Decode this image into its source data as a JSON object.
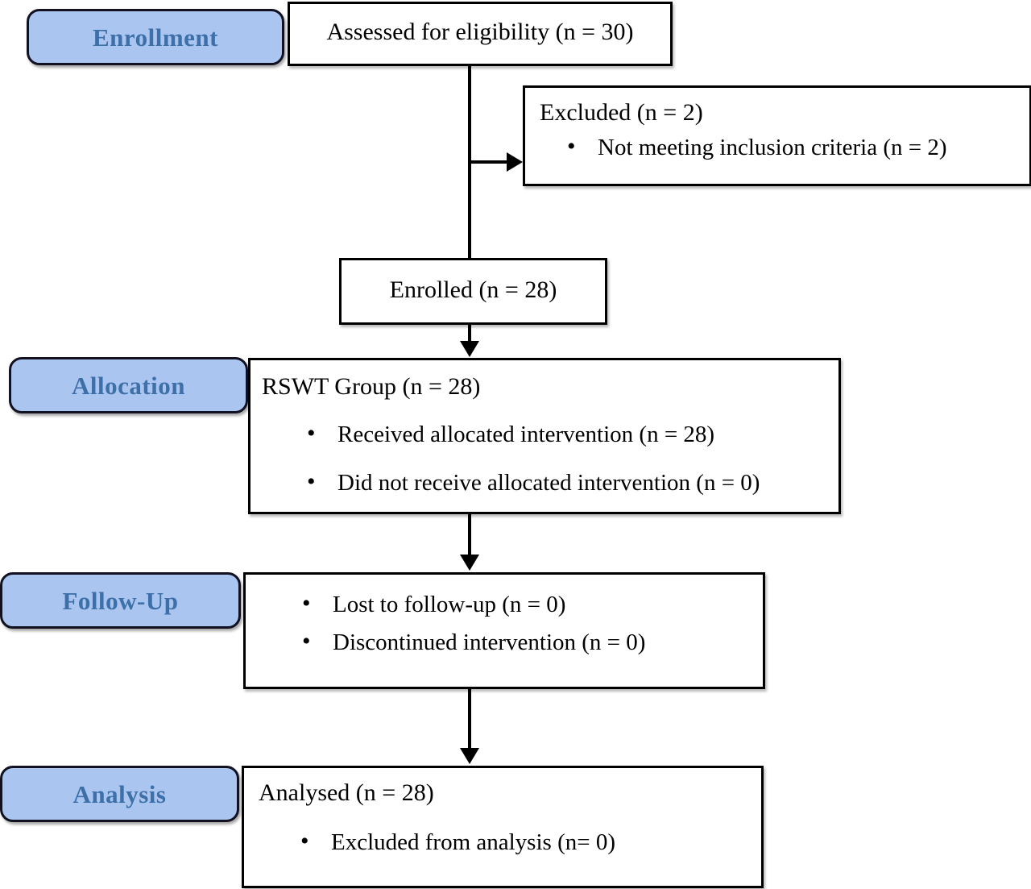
{
  "diagram": {
    "type": "consort-flow-diagram",
    "title": "CONSORT participant flow",
    "colors": {
      "stage_fill": "#aac5ef",
      "stage_border": "#111122",
      "stage_text": "#3d6fa8",
      "box_border": "#000000",
      "box_fill": "#ffffff",
      "connector": "#000000"
    }
  },
  "stages": {
    "enrollment": {
      "label": "Enrollment"
    },
    "allocation": {
      "label": "Allocation"
    },
    "followup": {
      "label": "Follow-Up"
    },
    "analysis": {
      "label": "Analysis"
    }
  },
  "nodes": {
    "assessed": {
      "title": "Assessed for eligibility (n = 30)"
    },
    "excluded": {
      "title": "Excluded  (n = 2)",
      "bullets": [
        "Not meeting inclusion criteria (n = 2)"
      ]
    },
    "enrolled": {
      "title": "Enrolled (n = 28)"
    },
    "allocation_group": {
      "title": "RSWT Group  (n = 28)",
      "bullets": [
        "Received allocated intervention (n = 28)",
        "Did not receive allocated intervention (n = 0)"
      ]
    },
    "followup_box": {
      "title": "",
      "bullets": [
        "Lost to follow-up (n = 0)",
        "Discontinued intervention (n = 0)"
      ]
    },
    "analysis_box": {
      "title": "Analysed  (n = 28)",
      "bullets": [
        "Excluded from analysis  (n= 0)"
      ]
    }
  }
}
